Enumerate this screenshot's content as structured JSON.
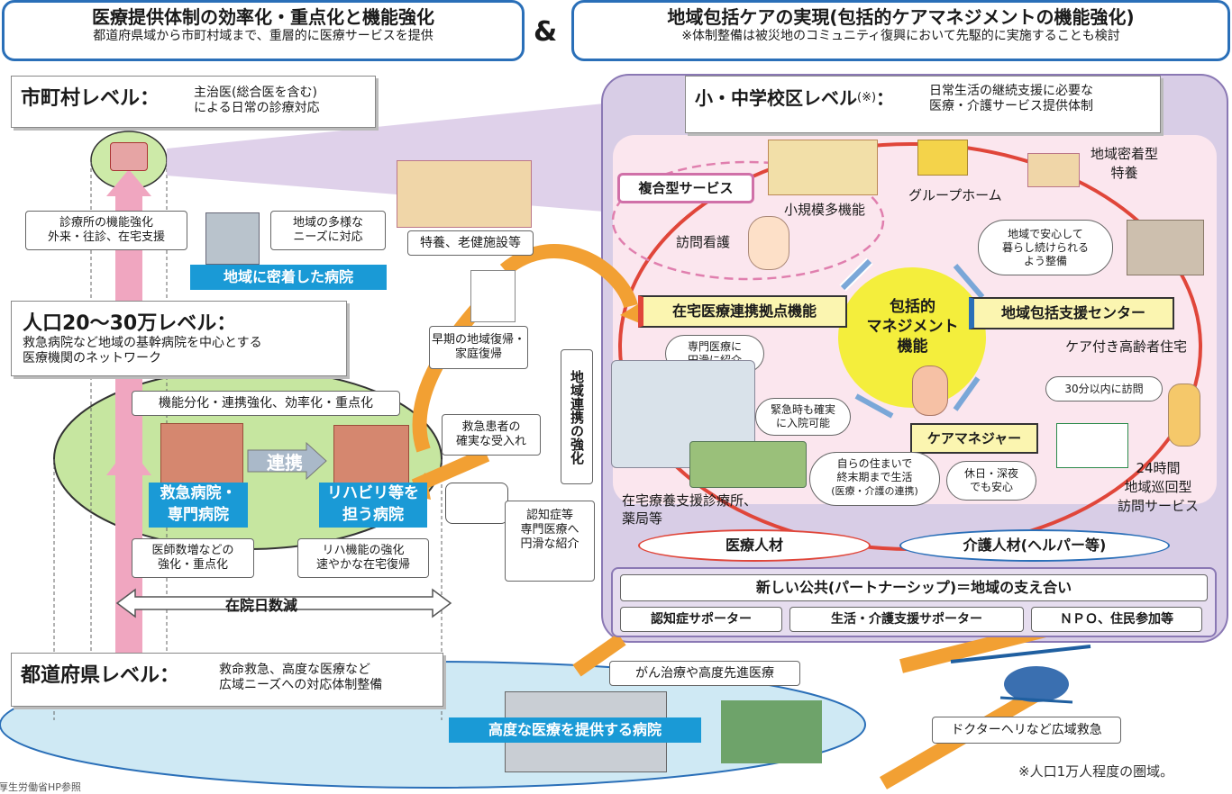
{
  "header_left": {
    "title": "医療提供体制の効率化・重点化と機能強化",
    "subtitle": "都道府県域から市町村域まで、重層的に医療サービスを提供"
  },
  "amp": "&",
  "header_right": {
    "title": "地域包括ケアの実現(包括的ケアマネジメントの機能強化)",
    "subtitle": "※体制整備は被災地のコミュニティ復興において先駆的に実施することも検討"
  },
  "municipal": {
    "label": "市町村レベル：",
    "desc_line1": "主治医(総合医を含む)",
    "desc_line2": "による日常の診療対応"
  },
  "clinic_box": {
    "line1": "診療所の機能強化",
    "line2": "外来・往診、在宅支援"
  },
  "needs_box": {
    "line1": "地域の多様な",
    "line2": "ニーズに対応"
  },
  "local_hospital": "地域に密着した病院",
  "nursing_facilities": "特養、老健施設等",
  "pop_level": {
    "label": "人口20～30万レベル：",
    "line1": "救急病院など地域の基幹病院を中心とする",
    "line2": "医療機関のネットワーク"
  },
  "function_box": "機能分化・連携強化、効率化・重点化",
  "renkei": "連携",
  "emergency_hospital": {
    "line1": "救急病院・",
    "line2": "専門病院"
  },
  "rehab_hospital": {
    "line1": "リハビリ等を",
    "line2": "担う病院"
  },
  "early_return": {
    "line1": "早期の地域復帰・",
    "line2": "家庭復帰"
  },
  "emergency_accept": {
    "line1": "救急患者の",
    "line2": "確実な受入れ"
  },
  "regional_link": "地域連携の強化",
  "dementia_referral": {
    "line1": "認知症等",
    "line2": "専門医療へ",
    "line3": "円滑な紹介"
  },
  "doctors_box": {
    "line1": "医師数増などの",
    "line2": "強化・重点化"
  },
  "rehab_box": {
    "line1": "リハ機能の強化",
    "line2": "速やかな在宅復帰"
  },
  "stay_reduction": "在院日数減",
  "prefecture": {
    "label": "都道府県レベル：",
    "line1": "救命救急、高度な医療など",
    "line2": "広域ニーズへの対応体制整備"
  },
  "advanced_hospital": "高度な医療を提供する病院",
  "cancer_box": "がん治療や高度先進医療",
  "doctor_heli": "ドクターヘリなど広域救急",
  "note_population": "※人口1万人程度の圏域。",
  "source_note": "厚生労働省HP参照",
  "school_level": {
    "label": "小・中学校区レベル",
    "mark": "(※)",
    "colon": "：",
    "line1": "日常生活の継続支援に必要な",
    "line2": "医療・介護サービス提供体制"
  },
  "composite_service": "複合型サービス",
  "small_multi": "小規模多機能",
  "group_home": "グループホーム",
  "community_tokuyo": {
    "line1": "地域密着型",
    "line2": "特養"
  },
  "visit_nursing": "訪問看護",
  "live_safely": {
    "line1": "地域で安心して",
    "line2": "暮らし続けられる",
    "line3": "よう整備"
  },
  "home_care_hub": "在宅医療連携拠点機能",
  "comprehensive_mgmt": {
    "line1": "包括的",
    "line2": "マネジメント",
    "line3": "機能"
  },
  "support_center": "地域包括支援センター",
  "elderly_housing": "ケア付き高齢者住宅",
  "specialist_referral": {
    "line1": "専門医療に",
    "line2": "円滑に紹介"
  },
  "visit_30min": "30分以内に訪問",
  "emergency_admit": {
    "line1": "緊急時も確実",
    "line2": "に入院可能"
  },
  "care_manager": "ケアマネジャー",
  "end_of_life": {
    "line1": "自らの住まいで",
    "line2": "終末期まで生活",
    "line3": "(医療・介護の連携)"
  },
  "night_holiday": {
    "line1": "休日・深夜",
    "line2": "でも安心"
  },
  "patrol_24h": {
    "line1": "24時間",
    "line2": "地域巡回型",
    "line3": "訪問サービス"
  },
  "home_clinic": {
    "line1": "在宅療養支援診療所、",
    "line2": "薬局等"
  },
  "medical_staff": "医療人材",
  "care_staff": "介護人材(ヘルパー等)",
  "new_public": "新しい公共(パートナーシップ)＝地域の支え合い",
  "dementia_supporter": "認知症サポーター",
  "life_supporter": "生活・介護支援サポーター",
  "npo": "ＮＰＯ、住民参加等",
  "colors": {
    "header_border": "#2a6fb8",
    "cyan": "#1a9ad6",
    "pink": "#f0a6c0",
    "green": "#c6e6a0",
    "lavender": "#d9c9e6",
    "yellow": "#f4ee3c",
    "orange": "#f2a033",
    "red": "#e0463a"
  }
}
